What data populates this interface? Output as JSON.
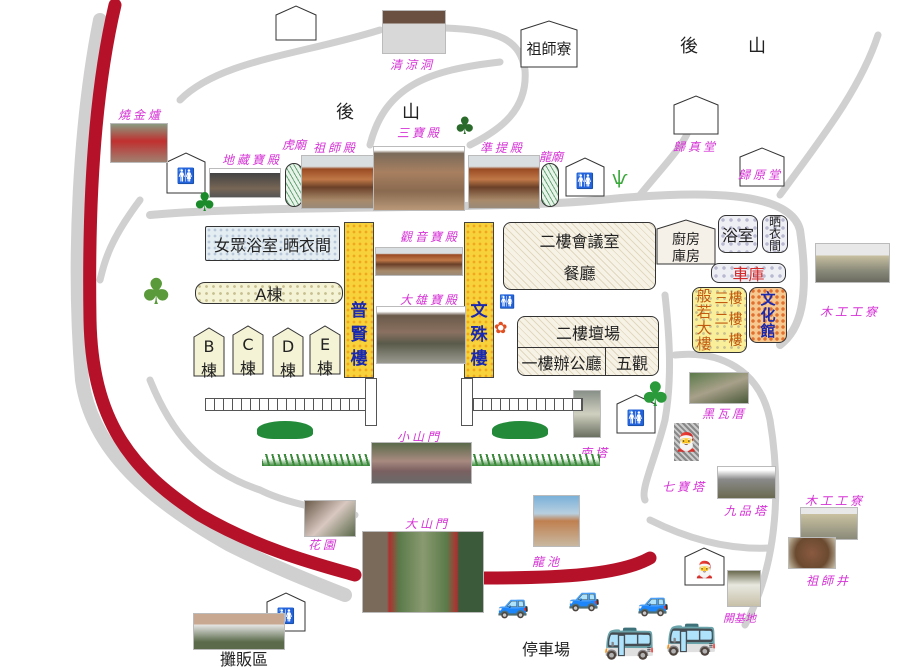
{
  "map_title_labels": {
    "back_mountain_1": [
      "後",
      "山"
    ],
    "back_mountain_2": [
      "後",
      "山"
    ]
  },
  "buildings": {
    "zushi_liao": "祖師寮",
    "qingliang_cave": "清涼洞",
    "shaojin_furnace": "燒金爐",
    "dizang_hall": "地藏寶殿",
    "tiger_shrine": "虎廟",
    "zushi_hall": "祖師殿",
    "sanbao_hall": "三寶殿",
    "zhunti_hall": "準提殿",
    "dragon_shrine": "龍廟",
    "guizhen_hall": "歸真堂",
    "guiyuan_hall": "歸原堂",
    "women_bath": "女眾浴室.晒衣間",
    "block_a": "A棟",
    "blocks": [
      [
        "B",
        "棟"
      ],
      [
        "C",
        "棟"
      ],
      [
        "D",
        "棟"
      ],
      [
        "E",
        "棟"
      ]
    ],
    "puxian_tower": [
      "普",
      "賢",
      "樓"
    ],
    "wenshu_tower": [
      "文",
      "殊",
      "樓"
    ],
    "guanyin_hall": "觀音寶殿",
    "daxiong_hall": "大雄寶殿",
    "meeting_room": "二樓會議室",
    "dining_hall": "餐廳",
    "altar_2f": "二樓壇場",
    "office_1f": "一樓辦公廳",
    "wuguan": "五觀",
    "kitchen": [
      "廚房",
      "庫房"
    ],
    "bathroom": "浴室",
    "laundry": [
      "晒",
      "衣",
      "間"
    ],
    "garage": "車庫",
    "prajna_building": [
      "般",
      "若",
      "大",
      "樓"
    ],
    "floors": [
      [
        "三",
        "樓"
      ],
      [
        "二",
        "樓"
      ],
      [
        "一",
        "樓"
      ]
    ],
    "culture_hall": [
      "文",
      "化",
      "館"
    ],
    "woodshop_1": "木工工寮",
    "black_tile_house": "黑瓦厝",
    "south_pagoda": "南塔",
    "seven_treasure_pagoda": "七寶塔",
    "nine_grade_pagoda": "九品塔",
    "small_gate": "小山門",
    "garden": "花園",
    "great_gate": "大山門",
    "dragon_pond": "龍池",
    "vendor_area": "攤販區",
    "parking": "停車場",
    "founding_site": "開基地",
    "woodshop_2": "木工工寮",
    "patriarch_well": "祖師井"
  },
  "colors": {
    "main_road": "#b5122a",
    "path": "#cfcfcf",
    "label": "#d633d6",
    "tower": "#f7d23a",
    "tower_text": "#1a2ab0"
  }
}
